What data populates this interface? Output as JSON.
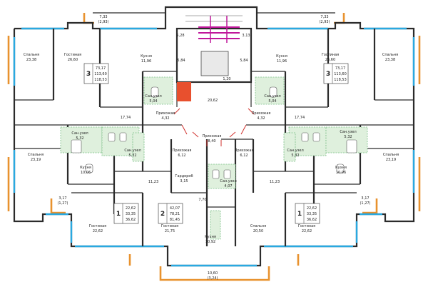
{
  "rooms": {
    "bedroom_top_left": {
      "name": "Спальня",
      "area": "23,38"
    },
    "living_top_left": {
      "name": "Гостиная",
      "area": "26,60"
    },
    "kitchen_top_left": {
      "name": "Кухня",
      "area": "11,96"
    },
    "wc_top_left": {
      "name": "Сан.узел",
      "area": "5,04"
    },
    "hall_top_left": {
      "name": "Прихожая",
      "area": "4,32"
    },
    "corridor_top_left": {
      "name": "",
      "area": "17,74"
    },
    "kitchen_top_right": {
      "name": "Кухня",
      "area": "11,96"
    },
    "living_top_right": {
      "name": "Гостиная",
      "area": "26,60"
    },
    "bedroom_top_right": {
      "name": "Спальня",
      "area": "23,38"
    },
    "wc_top_right": {
      "name": "Сан.узел",
      "area": "5,04"
    },
    "hall_top_right": {
      "name": "Прихожая",
      "area": "4,32"
    },
    "corridor_top_right": {
      "name": "",
      "area": "17,74"
    },
    "lobby": {
      "name": "",
      "area": "20,62"
    },
    "hall_center": {
      "name": "Прихожая",
      "area": "8,40"
    },
    "wc_mid_left_a": {
      "name": "Сан.узел",
      "area": "5,32"
    },
    "wc_mid_left_b": {
      "name": "Сан.узел",
      "area": "5,32"
    },
    "bedroom_mid_left": {
      "name": "Спальня",
      "area": "23,19"
    },
    "kitchen_mid_left": {
      "name": "Кухня",
      "area": "10,06"
    },
    "hall_mid_left": {
      "name": "Прихожая",
      "area": "6,12"
    },
    "hall_mid_right": {
      "name": "Прихожая",
      "area": "6,12"
    },
    "wardrobe": {
      "name": "Гардероб",
      "area": "3,15"
    },
    "wc_center": {
      "name": "Сан.узел",
      "area": "4,07"
    },
    "wc_mid_right_a": {
      "name": "Сан.узел",
      "area": "5,32"
    },
    "wc_mid_right_b": {
      "name": "Сан.узел",
      "area": "5,32"
    },
    "bedroom_mid_right": {
      "name": "Спальня",
      "area": "23,19"
    },
    "kitchen_mid_right": {
      "name": "Кухня",
      "area": "10,06"
    },
    "corr_mid_left": {
      "name": "",
      "area": "11,23"
    },
    "corr_mid_right": {
      "name": "",
      "area": "11,23"
    },
    "corr_center": {
      "name": "",
      "area": "7,70"
    },
    "living_bottom_left": {
      "name": "Гостиная",
      "area": "22,62"
    },
    "living_bottom_mid": {
      "name": "Гостиная",
      "area": "21,75"
    },
    "kitchen_bottom": {
      "name": "Кухня",
      "area": "10,92"
    },
    "bedroom_bottom": {
      "name": "Спальня",
      "area": "20,50"
    },
    "living_bottom_right": {
      "name": "Гостиная",
      "area": "22,62"
    }
  },
  "dims": {
    "top_left_balcony": {
      "main": "7,33",
      "sub": "(2,93)"
    },
    "top_right_balcony": {
      "main": "7,33",
      "sub": "(2,93)"
    },
    "left_loggia": {
      "main": "3,17",
      "sub": "(1,27)"
    },
    "right_loggia": {
      "main": "3,17",
      "sub": "(1,27)"
    },
    "bottom_balcony": {
      "main": "10,60",
      "sub": "(3,24)"
    },
    "stair_left": "5,28",
    "stair_right": "3,13",
    "lift_left": "5,84",
    "lift_right": "5,84",
    "lift_bottom": "1,20"
  },
  "apartments": [
    {
      "rooms": "3",
      "line1": "73,17",
      "line2": "113,60",
      "line3": "118,53"
    },
    {
      "rooms": "3",
      "line1": "73,17",
      "line2": "113,60",
      "line3": "118,53"
    },
    {
      "rooms": "1",
      "line1": "22,62",
      "line2": "33,35",
      "line3": "36,62"
    },
    {
      "rooms": "2",
      "line1": "42,07",
      "line2": "78,21",
      "line3": "81,45"
    },
    {
      "rooms": "1",
      "line1": "22,62",
      "line2": "33,35",
      "line3": "36,62"
    }
  ],
  "colors": {
    "window": "#29a9e1",
    "balcony": "#e8922e",
    "tile": "#dff0dd",
    "accent": "#e8502e",
    "stair_accent": "#c0179b"
  }
}
